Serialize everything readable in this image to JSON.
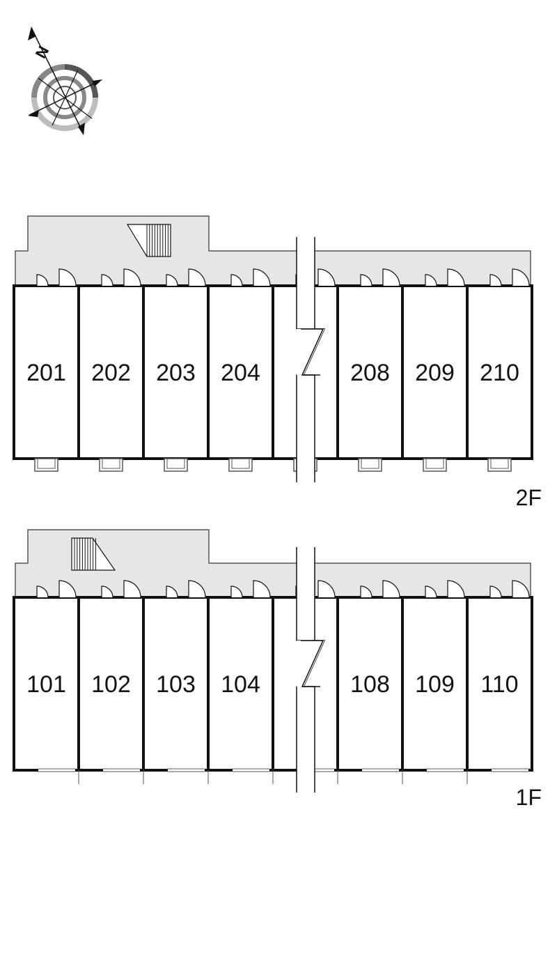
{
  "compass": {
    "label": "N",
    "icon": "compass-rose-icon"
  },
  "floors": [
    {
      "id": "2f",
      "label": "2F",
      "units": [
        "201",
        "202",
        "203",
        "204",
        "",
        "208",
        "209",
        "210"
      ],
      "has_balconies": true
    },
    {
      "id": "1f",
      "label": "1F",
      "units": [
        "101",
        "102",
        "103",
        "104",
        "",
        "108",
        "109",
        "110"
      ],
      "has_balconies": false
    }
  ],
  "colors": {
    "corridor": "#e6e6e6",
    "wall": "#111111",
    "line": "#555555",
    "background": "#ffffff"
  }
}
